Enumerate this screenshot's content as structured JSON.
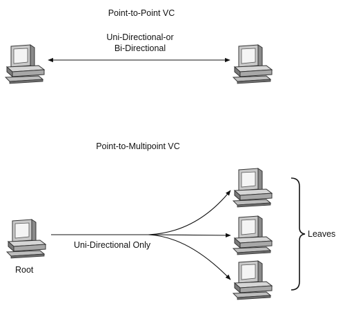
{
  "p2p": {
    "title": "Point-to-Point VC",
    "direction_line1": "Uni-Directional-or",
    "direction_line2": "Bi-Directional"
  },
  "p2mp": {
    "title": "Point-to-Multipoint VC",
    "direction": "Uni-Directional Only",
    "root_label": "Root",
    "leaves_label": "Leaves"
  },
  "colors": {
    "background": "#ffffff",
    "line": "#111111",
    "computer_body": "#c8c8c8",
    "computer_dark": "#6e6e6e",
    "screen": "#f4f4f4"
  },
  "icons": [
    "computer-icon"
  ]
}
